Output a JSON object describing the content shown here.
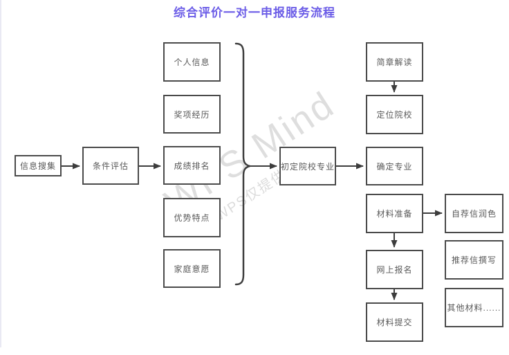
{
  "title": {
    "text": "综合评价一对一申报服务流程",
    "color": "#6b5ce7"
  },
  "watermark": {
    "line1": "WPS Mind",
    "line2": "WPS仅提供作图"
  },
  "colors": {
    "box_border": "#4a4a4a",
    "box_text": "#595959",
    "arrow": "#3d3d3d",
    "page_edge": "#e9e9f3",
    "background": "#ffffff"
  },
  "nodes": {
    "info_collection": {
      "label": "信息搜集"
    },
    "condition_evaluation": {
      "label": "条件评估"
    },
    "personal_info": {
      "label": "个人信息"
    },
    "award_experience": {
      "label": "奖项经历"
    },
    "grade_ranking": {
      "label": "成绩排名"
    },
    "advantage_features": {
      "label": "优势特点"
    },
    "family_wishes": {
      "label": "家庭意愿"
    },
    "initial_school_major": {
      "label": "初定院校专业"
    },
    "brochure_reading": {
      "label": "简章解读"
    },
    "target_schools": {
      "label": "定位院校"
    },
    "confirm_major": {
      "label": "确定专业"
    },
    "material_preparation": {
      "label": "材料准备"
    },
    "online_registration": {
      "label": "网上报名"
    },
    "material_submission": {
      "label": "材料提交"
    },
    "self_letter_polish": {
      "label": "自荐信润色"
    },
    "recommendation_letter": {
      "label": "推荐信撰写"
    },
    "other_materials": {
      "label": "其他材料......"
    }
  },
  "edges": [
    {
      "from": "信息搜集",
      "to": "条件评估",
      "connector": "arrow"
    },
    {
      "from": "条件评估",
      "to": "成绩排名",
      "connector": "arrow"
    },
    {
      "from": [
        "个人信息",
        "奖项经历",
        "成绩排名",
        "优势特点",
        "家庭意愿"
      ],
      "to": "初定院校专业",
      "connector": "brace-arrow"
    },
    {
      "from": "初定院校专业",
      "to": "确定专业",
      "connector": "arrow"
    },
    {
      "from": "简章解读",
      "to": "定位院校",
      "connector": "arrow"
    },
    {
      "from": "材料准备",
      "to": "自荐信润色",
      "connector": "arrow"
    },
    {
      "from": "材料准备",
      "to": "网上报名",
      "connector": "arrow"
    },
    {
      "from": "网上报名",
      "to": "材料提交",
      "connector": "arrow"
    }
  ]
}
